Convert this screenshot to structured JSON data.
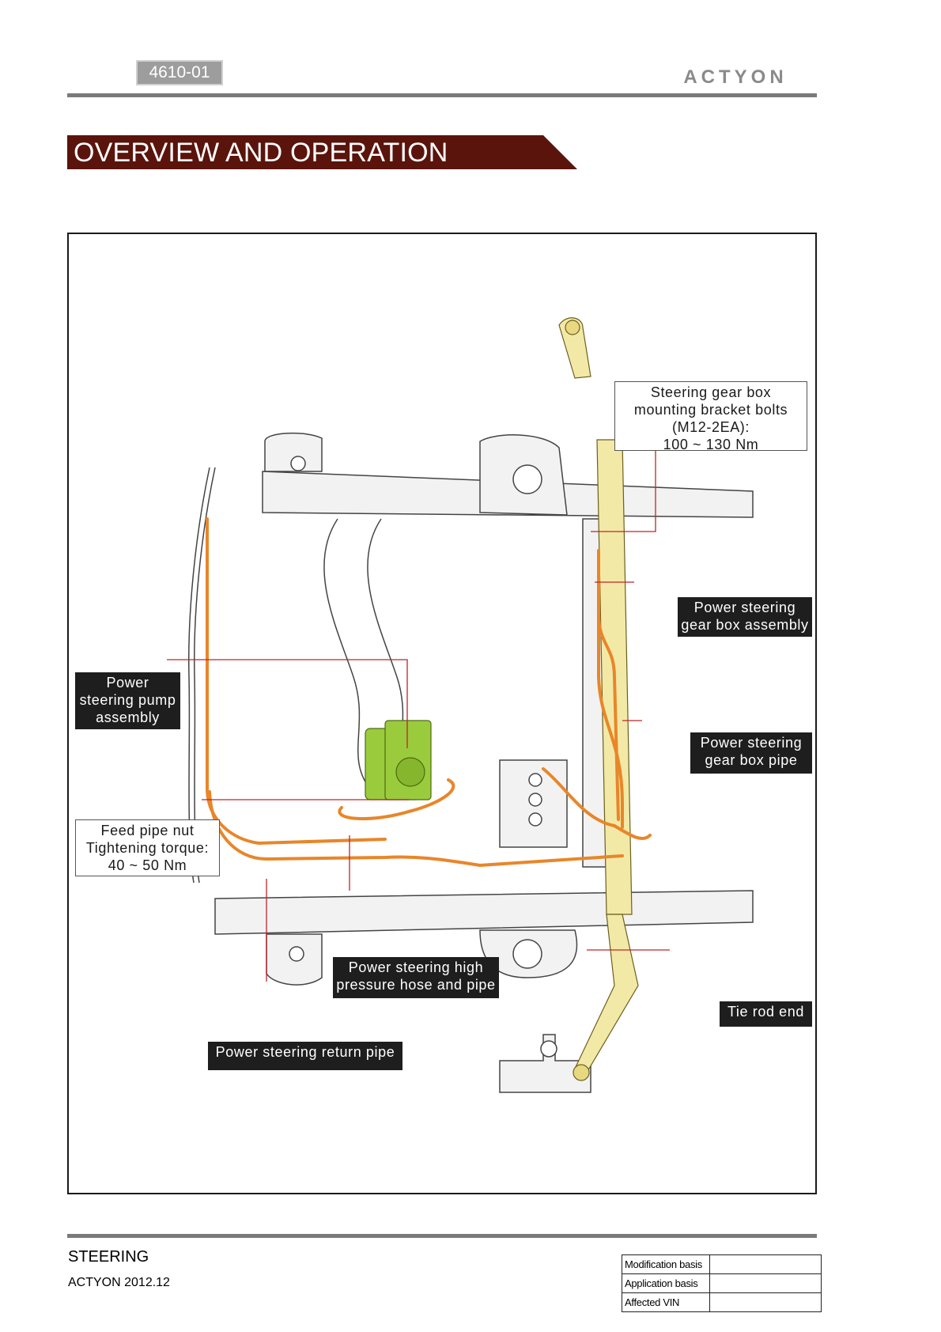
{
  "header": {
    "code": "4610-01",
    "brand": "ACTYON",
    "section_title": "OVERVIEW AND OPERATION"
  },
  "colors": {
    "title_band": "#5a140c",
    "rule": "#7a7a7a",
    "callout_bg": "#1e1e1e",
    "pipe": "#e8862a",
    "pump": "#9acb3c",
    "gearbox": "#f3e9a6"
  },
  "figure": {
    "callouts": {
      "bracket_bolts": "Steering gear box\nmounting bracket bolts\n(M12-2EA):\n100 ~ 130 Nm",
      "gear_box_assembly": "Power steering\ngear box assembly",
      "pump_assembly": "Power\nsteering pump\nassembly",
      "gear_box_pipe": "Power steering\ngear box pipe",
      "feed_pipe_nut": "Feed pipe nut\nTightening torque:\n40 ~ 50 Nm",
      "high_pressure_hose": "Power steering high\npressure hose and pipe",
      "tie_rod_end": "Tie rod end",
      "return_pipe": "Power steering return pipe"
    }
  },
  "footer": {
    "title": "STEERING",
    "subtitle": "ACTYON 2012.12",
    "basis_table": [
      {
        "label": "Modification basis",
        "value": ""
      },
      {
        "label": "Application basis",
        "value": ""
      },
      {
        "label": "Affected VIN",
        "value": ""
      }
    ]
  }
}
